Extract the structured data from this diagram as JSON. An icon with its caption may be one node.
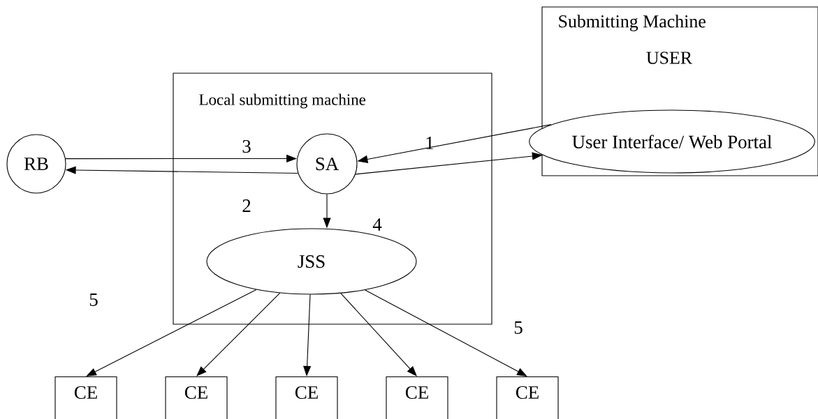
{
  "diagram": {
    "nodes": [
      {
        "text": [
          "Submitting Machine",
          "USER"
        ]
      },
      {
        "text": [
          "User Interface/ Web Portal"
        ],
        "in": 0
      },
      {
        "text": [
          "Local submitting machine"
        ]
      },
      {
        "text": [
          "SA"
        ],
        "in": 2
      },
      {
        "text": [
          "JSS"
        ],
        "in": 2
      },
      {
        "text": [
          "RB"
        ]
      },
      {
        "text": [
          "CE"
        ]
      },
      {
        "text": [
          "CE"
        ]
      },
      {
        "text": [
          "CE"
        ]
      },
      {
        "text": [
          "CE"
        ]
      },
      {
        "text": [
          "CE"
        ]
      }
    ],
    "edges": [
      {
        "from": 1,
        "to": 3,
        "arrow": "to",
        "label": "1"
      },
      {
        "from": 3,
        "to": 1,
        "arrow": "to"
      },
      {
        "from": 5,
        "to": 3,
        "arrow": "to",
        "label": "3"
      },
      {
        "from": 3,
        "to": 5,
        "arrow": "to",
        "label": "2"
      },
      {
        "from": 3,
        "to": 4,
        "arrow": "to",
        "label": "4"
      },
      {
        "from": 4,
        "to": 6,
        "arrow": "to",
        "label": "5"
      },
      {
        "from": 4,
        "to": 7,
        "arrow": "to"
      },
      {
        "from": 4,
        "to": 8,
        "arrow": "to"
      },
      {
        "from": 4,
        "to": 9,
        "arrow": "to"
      },
      {
        "from": 4,
        "to": 10,
        "arrow": "to",
        "label": "5"
      }
    ]
  }
}
